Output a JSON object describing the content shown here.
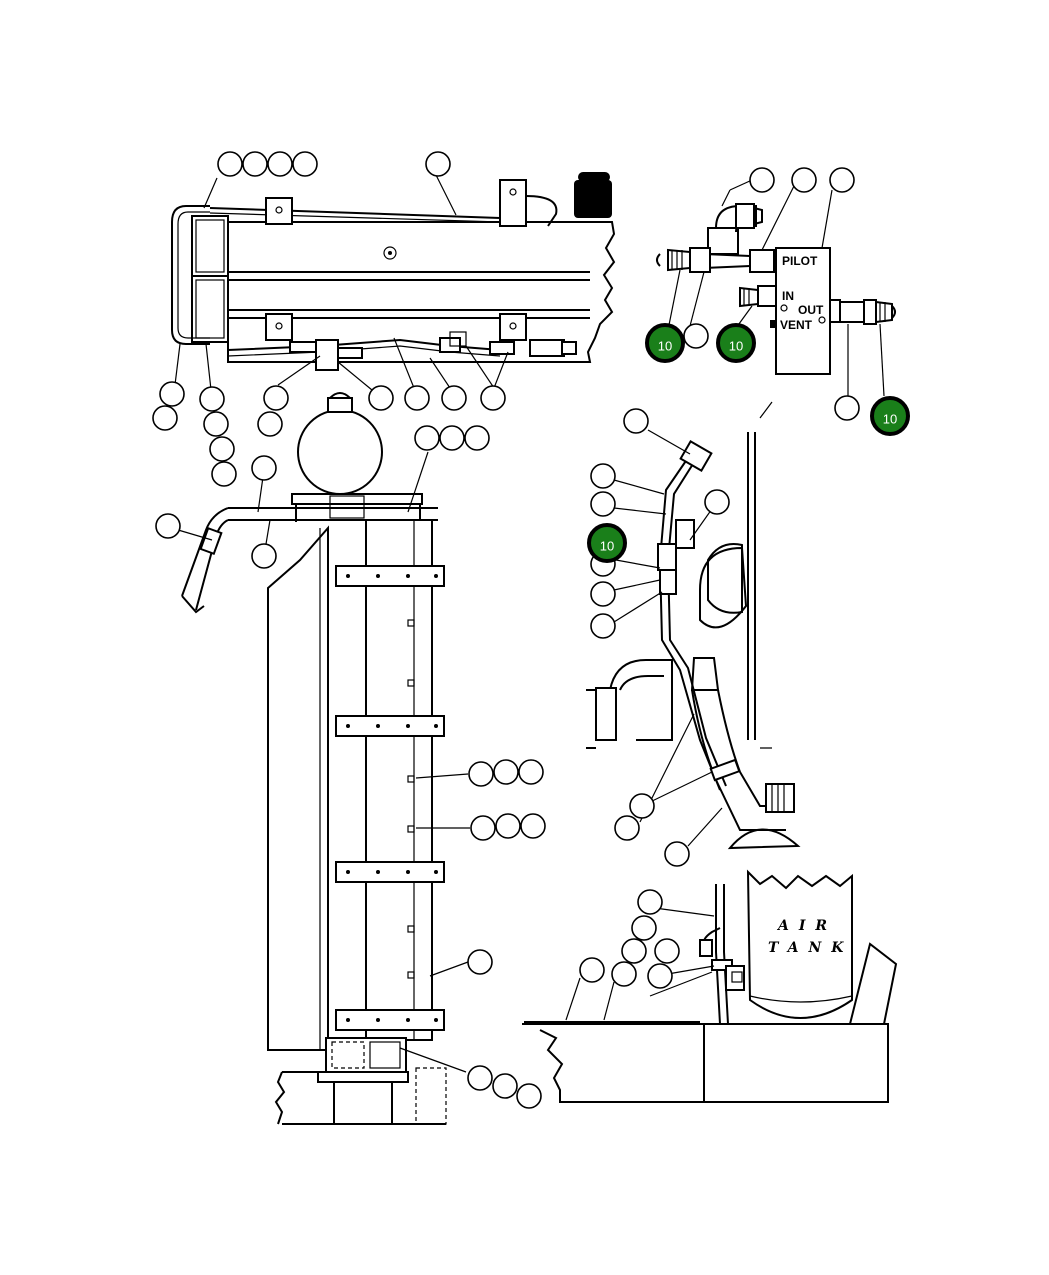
{
  "valve": {
    "pilot_label": "PILOT",
    "in_label": "IN",
    "out_label": "OUT",
    "vent_label": "VENT"
  },
  "air_tank": {
    "line1": "AIR",
    "line2": "TANK"
  },
  "callouts": {
    "highlighted_number": "10"
  },
  "colors": {
    "highlight": "#1a7f1a",
    "line": "#000000"
  }
}
